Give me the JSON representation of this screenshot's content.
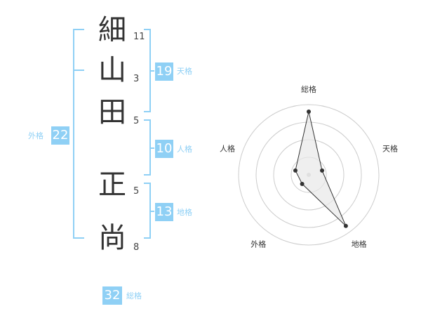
{
  "name": {
    "chars": [
      "細",
      "山",
      "田",
      "正",
      "尚"
    ],
    "strokes": [
      "11",
      "3",
      "5",
      "5",
      "8"
    ]
  },
  "fortunes": {
    "tenkaku": {
      "value": "19",
      "label": "天格"
    },
    "jinkaku": {
      "value": "10",
      "label": "人格"
    },
    "chikaku": {
      "value": "13",
      "label": "地格"
    },
    "gaikaku": {
      "value": "22",
      "label": "外格"
    },
    "soukaku": {
      "value": "32",
      "label": "総格"
    }
  },
  "chart_data": {
    "type": "radar",
    "axes": [
      "総格",
      "天格",
      "地格",
      "外格",
      "人格"
    ],
    "values": [
      4.5,
      1.0,
      4.5,
      0.8,
      1.0
    ],
    "max": 5,
    "rings": 4,
    "colors": {
      "fill": "#e8e8e8",
      "stroke": "#333333",
      "grid": "#cccccc"
    }
  }
}
